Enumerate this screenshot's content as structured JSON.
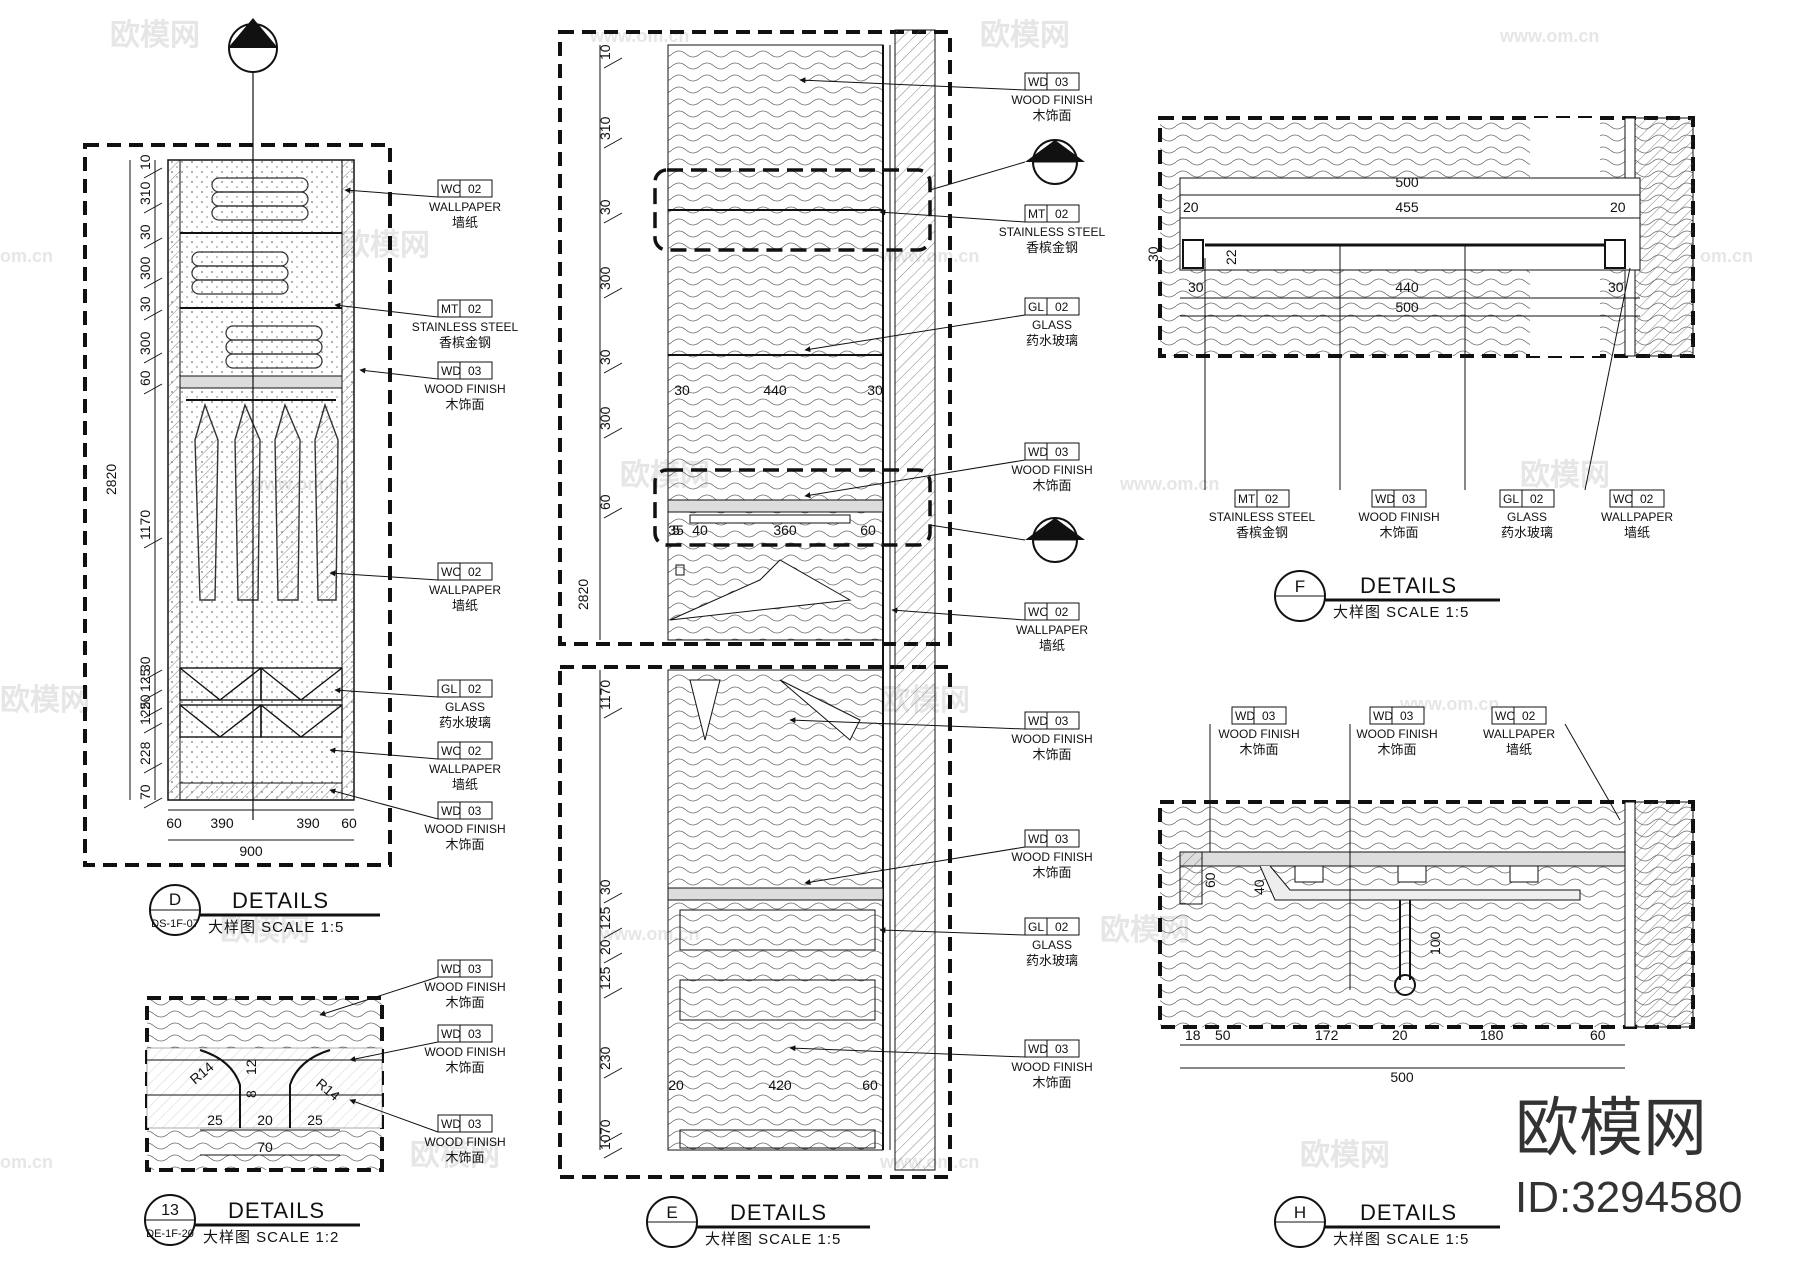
{
  "watermarks": {
    "site_zh": "欧模网",
    "site_url": "www.om.cn",
    "site_short": "om.cn"
  },
  "brand": {
    "name": "欧模网",
    "id": "ID:3294580"
  },
  "materials": {
    "wc02": {
      "code": "WC",
      "num": "02",
      "en": "WALLPAPER",
      "zh": "墙纸"
    },
    "mt02": {
      "code": "MT",
      "num": "02",
      "en": "STAINLESS STEEL",
      "zh": "香槟金钢"
    },
    "wd03": {
      "code": "WD",
      "num": "03",
      "en": "WOOD FINISH",
      "zh": "木饰面"
    },
    "gl02": {
      "code": "GL",
      "num": "02",
      "en": "GLASS",
      "zh": "药水玻璃"
    }
  },
  "callouts": {
    "E": "E",
    "F": "F",
    "H": "H"
  },
  "details": {
    "D": {
      "letter": "D",
      "ref": "DS-1F-07",
      "title": "DETAILS",
      "scale": "大样图 SCALE 1:5"
    },
    "E": {
      "letter": "E",
      "title": "DETAILS",
      "scale": "大样图 SCALE 1:5"
    },
    "F": {
      "letter": "F",
      "title": "DETAILS",
      "scale": "大样图 SCALE 1:5"
    },
    "H": {
      "letter": "H",
      "title": "DETAILS",
      "scale": "大样图 SCALE 1:5"
    },
    "13": {
      "letter": "13",
      "ref": "DE-1F-20",
      "title": "DETAILS",
      "scale": "大样图 SCALE 1:2"
    }
  },
  "dims": {
    "D": {
      "vertical": [
        "10",
        "310",
        "30",
        "300",
        "30",
        "300",
        "60",
        "1170",
        "30",
        "125",
        "20",
        "125",
        "228",
        "70"
      ],
      "total": "2820",
      "bottom": [
        "60",
        "390",
        "390",
        "60"
      ],
      "bottom_total": "900"
    },
    "E": {
      "upper": [
        "10",
        "310",
        "30",
        "300",
        "30",
        "300",
        "60"
      ],
      "upper_total": "2820",
      "inner": [
        "30",
        "440",
        "30"
      ],
      "section": [
        "35",
        "40",
        "360",
        "60",
        "5"
      ],
      "lower": [
        "1170",
        "30",
        "125",
        "20",
        "125",
        "230",
        "70",
        "10"
      ],
      "lower_inner": [
        "20",
        "420",
        "60"
      ]
    },
    "F": {
      "top": [
        "500",
        "20",
        "455",
        "20"
      ],
      "left": "30",
      "mid": "22",
      "inner": [
        "30",
        "440",
        "30"
      ],
      "bottom": "500"
    },
    "H": {
      "left": "60",
      "inner": "40",
      "depth": "100",
      "bottom": [
        "18",
        "50",
        "172",
        "20",
        "180",
        "60"
      ],
      "total": "500"
    },
    "D13": {
      "vertical": [
        "8",
        "12"
      ],
      "radius": [
        "R14",
        "R14"
      ],
      "bottom": [
        "25",
        "20",
        "25"
      ],
      "total": "70"
    }
  }
}
